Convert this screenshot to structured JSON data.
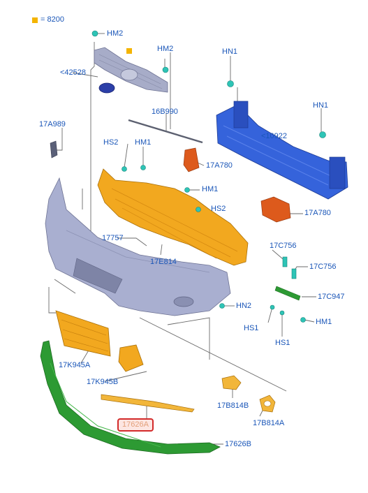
{
  "legend": {
    "text": "= 8200",
    "swatch_color": "#f4b400"
  },
  "colors": {
    "label": "#1a56b8",
    "leader": "#6a6a6a",
    "highlight_border": "#d32a2a",
    "highlight_text": "#e3a07a",
    "bumper": "#a9afd0",
    "absorber": "#f0a61e",
    "reinforcement": "#2f5fd6",
    "lower_valance": "#2d9a33",
    "bracket": "#d9581c",
    "fastener": "#2ec4b6"
  },
  "labels": {
    "hm2_top": "HM2",
    "hm2_right": "HM2",
    "l42528": "<42528",
    "hn1_top": "HN1",
    "hn1_right": "HN1",
    "l16b990": "16B990",
    "l10922": "<10922",
    "l17a989": "17A989",
    "hs2_left": "HS2",
    "hm1_left": "HM1",
    "l17a780_top": "17A780",
    "hm1_mid": "HM1",
    "hs2_mid": "HS2",
    "l17a780_right": "17A780",
    "l17757": "17757",
    "l17e814": "17E814",
    "l17c756_top": "17C756",
    "l17c756_mid": "17C756",
    "l17c947": "17C947",
    "hn2": "HN2",
    "hs1_left": "HS1",
    "hm1_right": "HM1",
    "hs1_bottom": "HS1",
    "l17k945a": "17K945A",
    "l17k945b": "17K945B",
    "l17b814b": "17B814B",
    "l17b814a": "17B814A",
    "l17626a": "17626A",
    "l17626b": "17626B"
  }
}
